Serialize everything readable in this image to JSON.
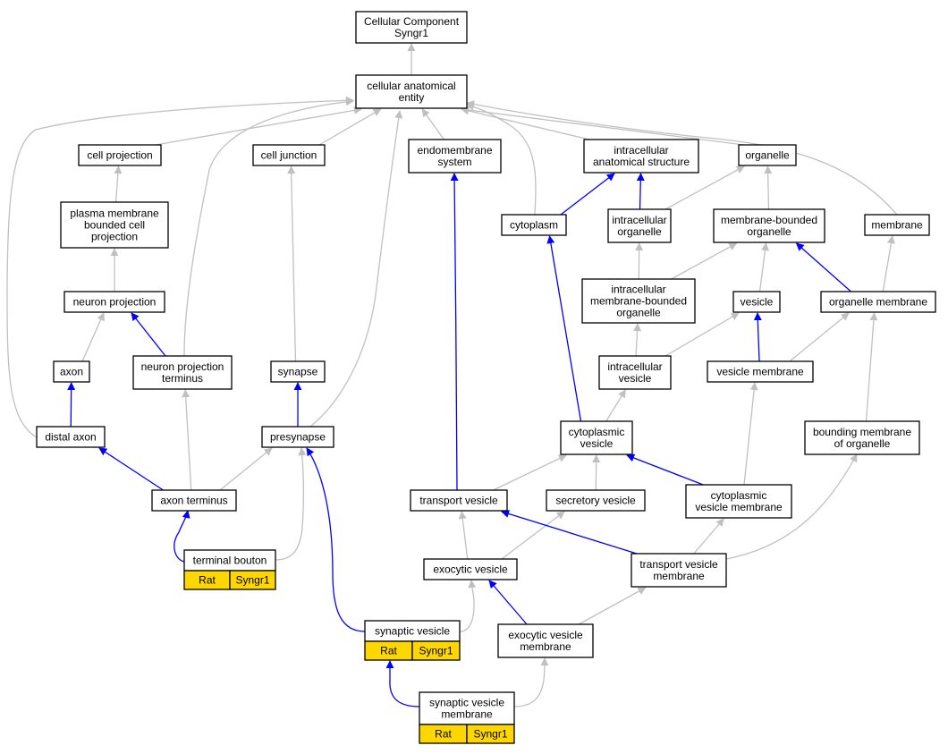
{
  "diagram": {
    "colors": {
      "is_a": "#c0c0c0",
      "part_of": "#0000ff",
      "annotation": "#ffd700"
    },
    "nodes": [
      {
        "id": "root",
        "lines": [
          "Cellular Component",
          "Syngr1"
        ]
      },
      {
        "id": "cae",
        "lines": [
          "cellular anatomical",
          "entity"
        ]
      },
      {
        "id": "cellproj",
        "lines": [
          "cell projection"
        ]
      },
      {
        "id": "celljunc",
        "lines": [
          "cell junction"
        ]
      },
      {
        "id": "endomem",
        "lines": [
          "endomembrane",
          "system"
        ]
      },
      {
        "id": "ias",
        "lines": [
          "intracellular",
          "anatomical structure"
        ]
      },
      {
        "id": "organelle",
        "lines": [
          "organelle"
        ]
      },
      {
        "id": "pmbcp",
        "lines": [
          "plasma membrane",
          "bounded cell",
          "projection"
        ]
      },
      {
        "id": "cytoplasm",
        "lines": [
          "cytoplasm"
        ]
      },
      {
        "id": "intorg",
        "lines": [
          "intracellular",
          "organelle"
        ]
      },
      {
        "id": "mbo",
        "lines": [
          "membrane-bounded",
          "organelle"
        ]
      },
      {
        "id": "membrane",
        "lines": [
          "membrane"
        ]
      },
      {
        "id": "neuproj",
        "lines": [
          "neuron projection"
        ]
      },
      {
        "id": "imbo",
        "lines": [
          "intracellular",
          "membrane-bounded",
          "organelle"
        ]
      },
      {
        "id": "vesicle",
        "lines": [
          "vesicle"
        ]
      },
      {
        "id": "orgmem",
        "lines": [
          "organelle membrane"
        ]
      },
      {
        "id": "axon",
        "lines": [
          "axon"
        ]
      },
      {
        "id": "npt",
        "lines": [
          "neuron projection",
          "terminus"
        ]
      },
      {
        "id": "synapse",
        "lines": [
          "synapse"
        ]
      },
      {
        "id": "intves",
        "lines": [
          "intracellular",
          "vesicle"
        ]
      },
      {
        "id": "vesmem",
        "lines": [
          "vesicle membrane"
        ]
      },
      {
        "id": "distaxon",
        "lines": [
          "distal axon"
        ]
      },
      {
        "id": "presyn",
        "lines": [
          "presynapse"
        ]
      },
      {
        "id": "cytves",
        "lines": [
          "cytoplasmic",
          "vesicle"
        ]
      },
      {
        "id": "bmo",
        "lines": [
          "bounding membrane",
          "of organelle"
        ]
      },
      {
        "id": "axterm",
        "lines": [
          "axon terminus"
        ]
      },
      {
        "id": "transves",
        "lines": [
          "transport vesicle"
        ]
      },
      {
        "id": "secves",
        "lines": [
          "secretory vesicle"
        ]
      },
      {
        "id": "cvm",
        "lines": [
          "cytoplasmic",
          "vesicle membrane"
        ]
      },
      {
        "id": "termbouton",
        "lines": [
          "terminal bouton"
        ],
        "annotation": [
          "Rat",
          "Syngr1"
        ]
      },
      {
        "id": "exoves",
        "lines": [
          "exocytic vesicle"
        ]
      },
      {
        "id": "tvm",
        "lines": [
          "transport vesicle",
          "membrane"
        ]
      },
      {
        "id": "synves",
        "lines": [
          "synaptic vesicle"
        ],
        "annotation": [
          "Rat",
          "Syngr1"
        ]
      },
      {
        "id": "evm",
        "lines": [
          "exocytic vesicle",
          "membrane"
        ]
      },
      {
        "id": "svm",
        "lines": [
          "synaptic vesicle",
          "membrane"
        ],
        "annotation": [
          "Rat",
          "Syngr1"
        ]
      }
    ],
    "edges": [
      {
        "from": "cae",
        "to": "root",
        "type": "is_a"
      },
      {
        "from": "cellproj",
        "to": "cae",
        "type": "is_a"
      },
      {
        "from": "celljunc",
        "to": "cae",
        "type": "is_a"
      },
      {
        "from": "endomem",
        "to": "cae",
        "type": "is_a"
      },
      {
        "from": "ias",
        "to": "cae",
        "type": "is_a"
      },
      {
        "from": "organelle",
        "to": "cae",
        "type": "is_a"
      },
      {
        "from": "membrane",
        "to": "cae",
        "type": "is_a"
      },
      {
        "from": "cytoplasm",
        "to": "cae",
        "type": "is_a"
      },
      {
        "from": "distaxon",
        "to": "cae",
        "type": "is_a"
      },
      {
        "from": "npt",
        "to": "cae",
        "type": "is_a"
      },
      {
        "from": "presyn",
        "to": "cae",
        "type": "is_a"
      },
      {
        "from": "pmbcp",
        "to": "cellproj",
        "type": "is_a"
      },
      {
        "from": "neuproj",
        "to": "pmbcp",
        "type": "is_a"
      },
      {
        "from": "axon",
        "to": "neuproj",
        "type": "is_a"
      },
      {
        "from": "npt",
        "to": "neuproj",
        "type": "part_of"
      },
      {
        "from": "distaxon",
        "to": "axon",
        "type": "part_of"
      },
      {
        "from": "axterm",
        "to": "distaxon",
        "type": "part_of"
      },
      {
        "from": "axterm",
        "to": "npt",
        "type": "is_a"
      },
      {
        "from": "axterm",
        "to": "presyn",
        "type": "is_a"
      },
      {
        "from": "termbouton",
        "to": "axterm",
        "type": "part_of"
      },
      {
        "from": "termbouton",
        "to": "presyn",
        "type": "is_a"
      },
      {
        "from": "synapse",
        "to": "celljunc",
        "type": "is_a"
      },
      {
        "from": "presyn",
        "to": "synapse",
        "type": "part_of"
      },
      {
        "from": "synves",
        "to": "presyn",
        "type": "part_of"
      },
      {
        "from": "transves",
        "to": "endomem",
        "type": "part_of"
      },
      {
        "from": "cytoplasm",
        "to": "ias",
        "type": "part_of"
      },
      {
        "from": "intorg",
        "to": "ias",
        "type": "part_of"
      },
      {
        "from": "intorg",
        "to": "organelle",
        "type": "is_a"
      },
      {
        "from": "mbo",
        "to": "organelle",
        "type": "is_a"
      },
      {
        "from": "imbo",
        "to": "intorg",
        "type": "is_a"
      },
      {
        "from": "imbo",
        "to": "mbo",
        "type": "is_a"
      },
      {
        "from": "vesicle",
        "to": "mbo",
        "type": "is_a"
      },
      {
        "from": "orgmem",
        "to": "mbo",
        "type": "part_of"
      },
      {
        "from": "orgmem",
        "to": "membrane",
        "type": "is_a"
      },
      {
        "from": "intves",
        "to": "imbo",
        "type": "is_a"
      },
      {
        "from": "intves",
        "to": "vesicle",
        "type": "is_a"
      },
      {
        "from": "vesmem",
        "to": "vesicle",
        "type": "part_of"
      },
      {
        "from": "vesmem",
        "to": "orgmem",
        "type": "is_a"
      },
      {
        "from": "bmo",
        "to": "orgmem",
        "type": "is_a"
      },
      {
        "from": "cytves",
        "to": "intves",
        "type": "is_a"
      },
      {
        "from": "cytves",
        "to": "cytoplasm",
        "type": "part_of"
      },
      {
        "from": "transves",
        "to": "cytves",
        "type": "is_a"
      },
      {
        "from": "secves",
        "to": "cytves",
        "type": "is_a"
      },
      {
        "from": "cvm",
        "to": "cytves",
        "type": "part_of"
      },
      {
        "from": "cvm",
        "to": "vesmem",
        "type": "is_a"
      },
      {
        "from": "exoves",
        "to": "transves",
        "type": "is_a"
      },
      {
        "from": "exoves",
        "to": "secves",
        "type": "is_a"
      },
      {
        "from": "tvm",
        "to": "transves",
        "type": "part_of"
      },
      {
        "from": "tvm",
        "to": "cvm",
        "type": "is_a"
      },
      {
        "from": "tvm",
        "to": "bmo",
        "type": "is_a"
      },
      {
        "from": "synves",
        "to": "exoves",
        "type": "is_a"
      },
      {
        "from": "evm",
        "to": "exoves",
        "type": "part_of"
      },
      {
        "from": "evm",
        "to": "tvm",
        "type": "is_a"
      },
      {
        "from": "svm",
        "to": "synves",
        "type": "part_of"
      },
      {
        "from": "svm",
        "to": "evm",
        "type": "is_a"
      }
    ]
  }
}
